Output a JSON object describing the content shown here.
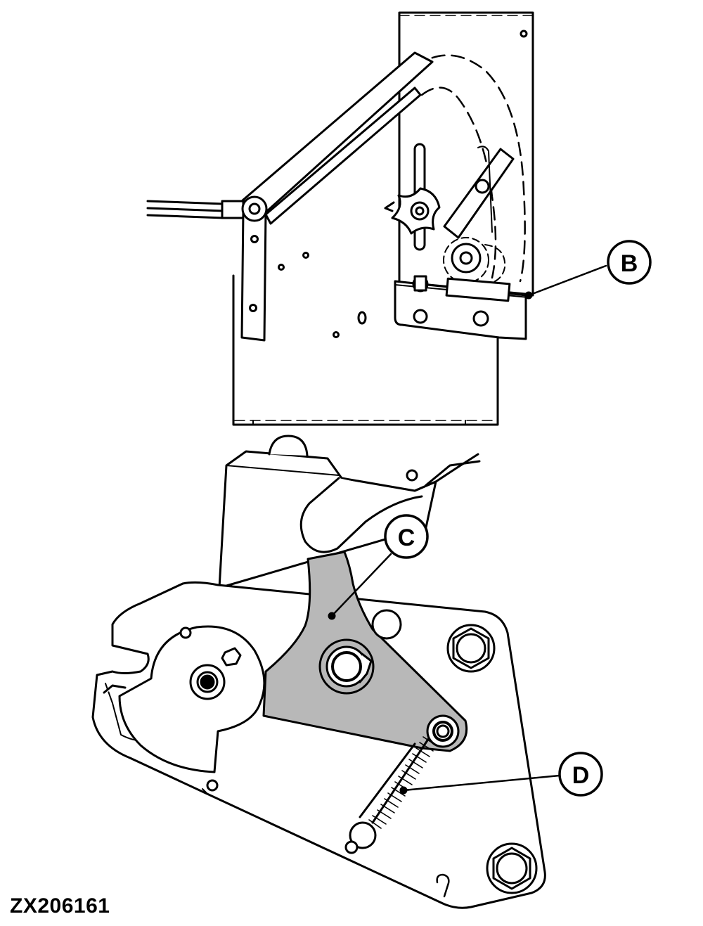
{
  "figure_id": "ZX206161",
  "callouts": [
    {
      "id": "B",
      "label": "B"
    },
    {
      "id": "C",
      "label": "C"
    },
    {
      "id": "D",
      "label": "D"
    }
  ],
  "colors": {
    "line": "#000000",
    "shaded": "#b8b8b8",
    "background": "#ffffff"
  }
}
